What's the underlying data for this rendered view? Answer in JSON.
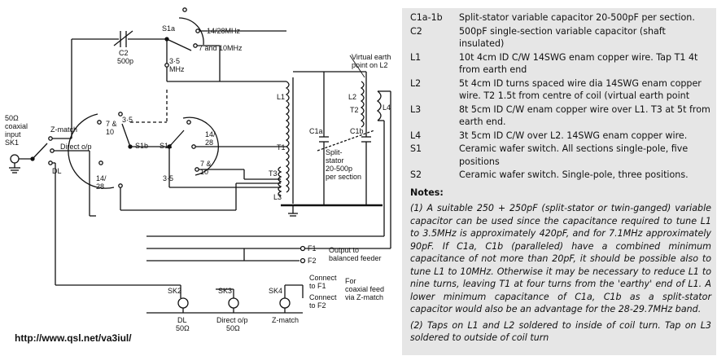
{
  "components": [
    {
      "code": "C1a-1b",
      "desc": "Split-stator variable capacitor 20-500pF per section."
    },
    {
      "code": "C2",
      "desc": "500pF single-section variable capacitor (shaft insulated)"
    },
    {
      "code": "L1",
      "desc": "10t 4cm ID C/W 14SWG enam copper wire. Tap T1 4t from earth end"
    },
    {
      "code": "L2",
      "desc": "5t 4cm ID turns spaced wire dia 14SWG enam copper wire. T2 1.5t from centre of coil (virtual earth point"
    },
    {
      "code": "L3",
      "desc": "8t 5cm ID C/W enam copper wire over L1. T3 at 5t from earth end."
    },
    {
      "code": "L4",
      "desc": "3t 5cm ID C/W over L2. 14SWG enam copper wire."
    },
    {
      "code": "S1",
      "desc": "Ceramic wafer switch. All sections single-pole, five positions"
    },
    {
      "code": "S2",
      "desc": "Ceramic wafer switch. Single-pole, three positions."
    }
  ],
  "notes_title": "Notes:",
  "notes": [
    "(1) A suitable 250 + 250pF (split-stator or twin-ganged) variable capacitor can be used since the capacitance required to tune L1 to 3.5MHz is approximately 420pF, and for 7.1MHz approximately 90pF. If C1a, C1b (paralleled) have a combined minimum capacitance of not more than 20pF, it should be possible also to tune L1 to 10MHz. Otherwise it may be necessary to reduce L1 to nine turns, leaving T1 at four turns from the 'earthy' end of L1. A lower minimum capacitance of C1a, C1b as a split-stator capacitor would also be an advantage for the 28-29.7MHz band.",
    "(2) Taps on L1 and L2 soldered to inside of coil turn. Tap on L3 soldered to outside of coil turn"
  ],
  "url": "http://www.qsl.net/va3iul/",
  "labels": {
    "sk1": [
      "50Ω",
      "coaxial",
      "input",
      "SK1"
    ],
    "zmatch": "Z-match",
    "directop": "Direct o/p",
    "dl": "DL",
    "c2": [
      "C2",
      "500p"
    ],
    "s1a": "S1a",
    "band1428": "14/28MHz",
    "band710": "7 and 10MHz",
    "band35": [
      "3·5",
      "MHz"
    ],
    "s1b": "S1b",
    "s1c": "S1c",
    "pos710": [
      "7 &",
      "10"
    ],
    "pos35": "3·5",
    "pos1428": [
      "14/",
      "28"
    ],
    "pos1428b": [
      "14/",
      "28"
    ],
    "pos710b": [
      "7 &",
      "10"
    ],
    "pos35b": "3·5",
    "l1": "L1",
    "t1": "T1",
    "t3": "T3",
    "l3": "L3",
    "l2": "L2",
    "t2": "T2",
    "l4": "L4",
    "c1a": "C1a",
    "c1b": "C1b",
    "virtual": [
      "Virtual earth",
      "point on L2"
    ],
    "splitstator": [
      "Split-",
      "stator",
      "20-500p",
      "per section"
    ],
    "f1": "F1",
    "f2": "F2",
    "output": [
      "Output to",
      "balanced feeder"
    ],
    "sk2": [
      "SK2",
      "DL",
      "50Ω"
    ],
    "sk3": [
      "SK3",
      "Direct o/p",
      "50Ω"
    ],
    "sk4": [
      "SK4",
      "Z-match"
    ],
    "connectf1": [
      "Connect",
      "to F1"
    ],
    "connectf2": [
      "Connect",
      "to F2"
    ],
    "coaxfeed": [
      "For",
      "coaxial feed",
      "via Z-match"
    ]
  }
}
